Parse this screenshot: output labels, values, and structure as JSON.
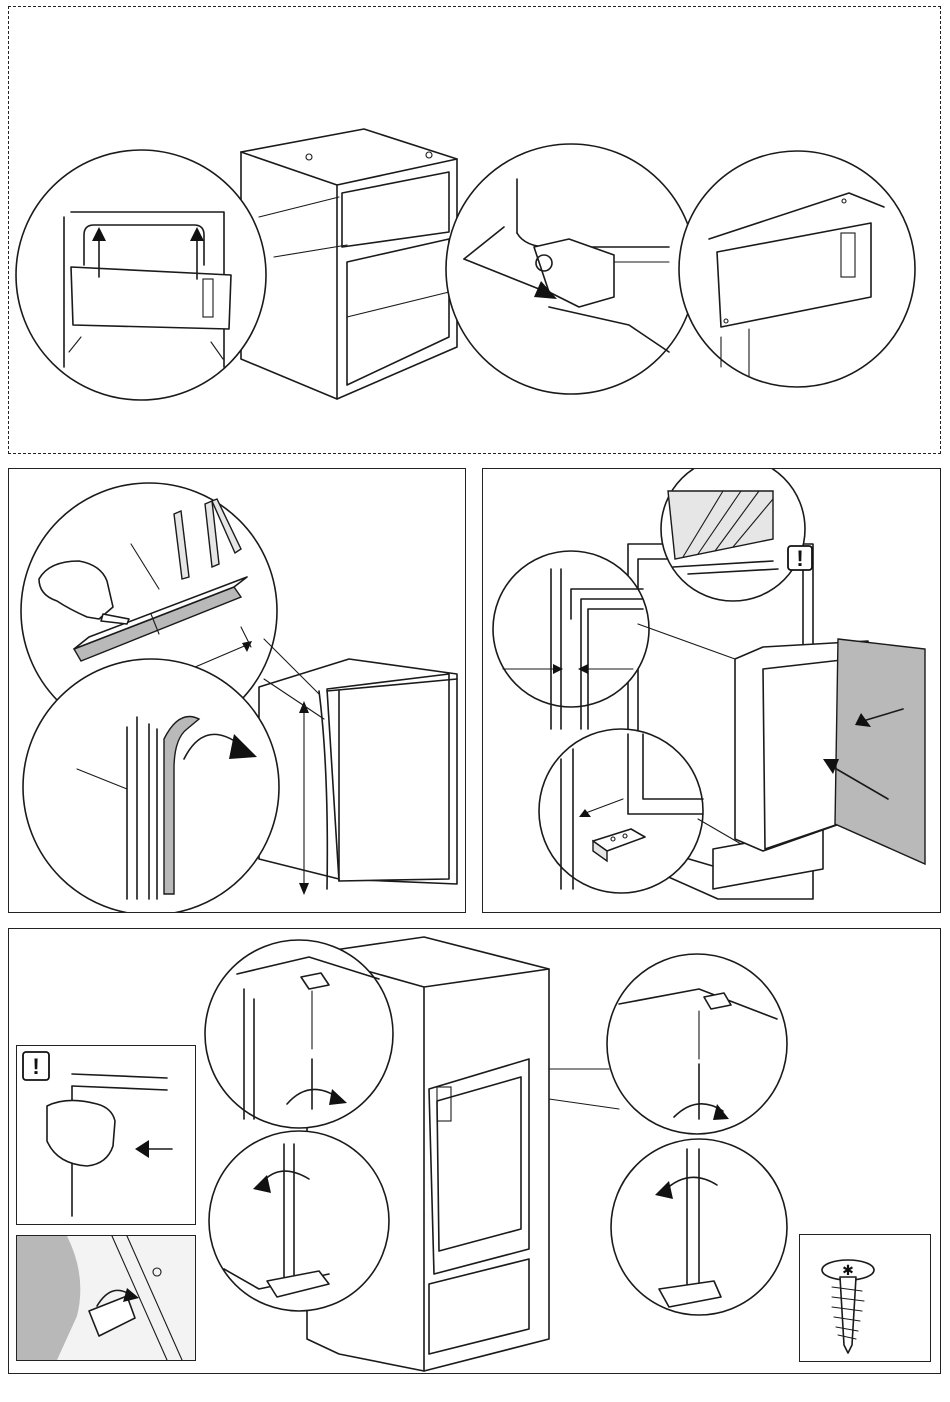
{
  "document": {
    "type": "installation-illustration-sheet",
    "panels": [
      {
        "id": "top",
        "step": "remove-door-stop-and-fit-top-cover",
        "icons": [
          "drawer-lift-icon",
          "hinge-arrow-icon",
          "cabinet-niche-icon"
        ]
      },
      {
        "id": "mid-left",
        "step": "cut-and-apply-sealing-strip",
        "icons": [
          "folding-rule-icon",
          "knife-icon",
          "peel-arrow-icon"
        ]
      },
      {
        "id": "mid-right",
        "step": "push-appliance-into-niche",
        "icons": [
          "warning-icon",
          "push-arrow-icon"
        ]
      },
      {
        "id": "bottom",
        "step": "screw-appliance-to-cabinet",
        "icons": [
          "warning-icon",
          "rotate-arrow-icon",
          "screw-icon"
        ]
      }
    ]
  },
  "warnings": {
    "mid_right_mark": "!",
    "bottom_mark": "!"
  },
  "colors": {
    "line": "#1a1a1a",
    "door_panel": "#b9b9b9",
    "background": "#ffffff"
  }
}
